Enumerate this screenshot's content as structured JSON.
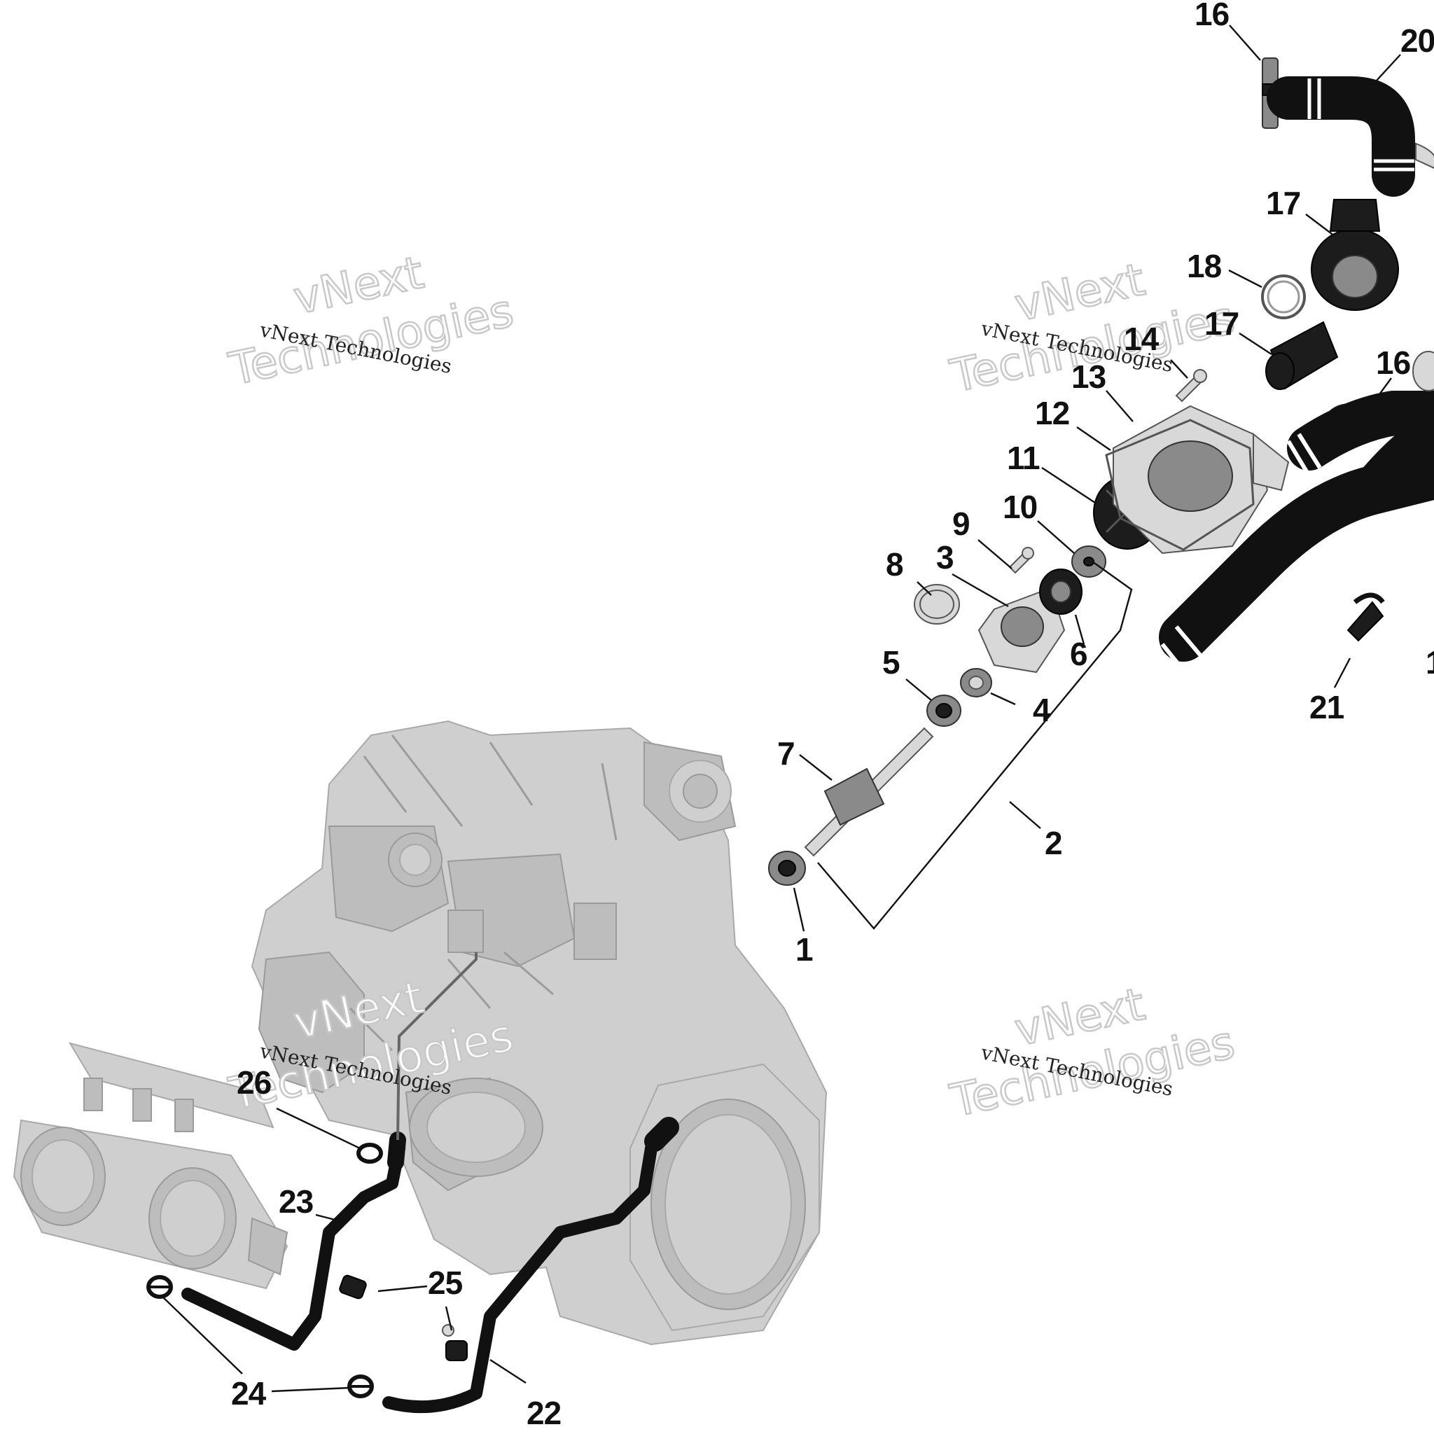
{
  "watermarks": [
    {
      "small": "vNext Technologies",
      "big_line1": "vNext",
      "big_line2": "Technologies"
    },
    {
      "small": "vNext Technologies",
      "big_line1": "vNext",
      "big_line2": "Technologies"
    },
    {
      "small": "vNext Technologies",
      "big_line1": "vNext",
      "big_line2": "Technologies"
    },
    {
      "small": "vNext Technologies",
      "big_line1": "vNext",
      "big_line2": "Technologies"
    }
  ],
  "callouts": {
    "c1": "1",
    "c2": "2",
    "c3": "3",
    "c4": "4",
    "c5": "5",
    "c6": "6",
    "c7": "7",
    "c8": "8",
    "c9": "9",
    "c10": "10",
    "c11": "11",
    "c12": "12",
    "c13": "13",
    "c14": "14",
    "c16a": "16",
    "c16b": "16",
    "c17a": "17",
    "c17b": "17",
    "c18": "18",
    "c20": "20",
    "c21": "21",
    "c22": "22",
    "c23": "23",
    "c24": "24",
    "c25": "25",
    "c26": "26",
    "c1x": "1"
  },
  "colors": {
    "ink": "#111111",
    "engine_gray": "#cfcfcf",
    "hose_black": "#111111",
    "watermark_outline": "#c9c9c9"
  }
}
